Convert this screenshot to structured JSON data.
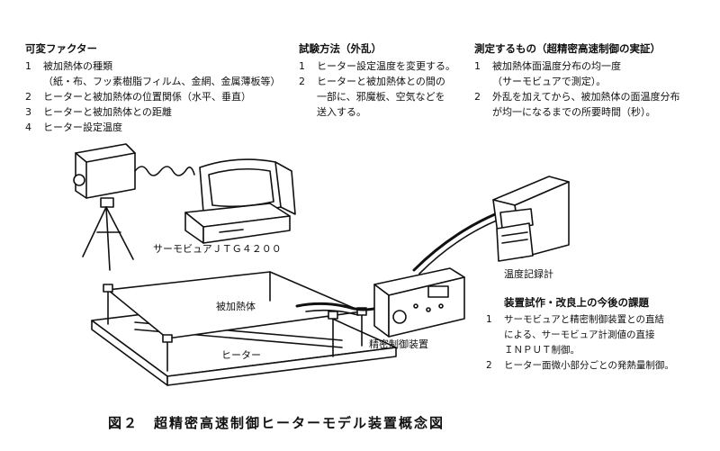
{
  "variable_factors": {
    "heading": "可変ファクター",
    "items": [
      {
        "num": "1",
        "text": "被加熱体の種類"
      },
      {
        "num": "",
        "text": "（紙・布、フッ素樹脂フィルム、金網、金属薄板等）"
      },
      {
        "num": "2",
        "text": "ヒーターと被加熱体の位置関係（水平、垂直）"
      },
      {
        "num": "3",
        "text": "ヒーターと被加熱体との距離"
      },
      {
        "num": "4",
        "text": "ヒーター設定温度"
      }
    ]
  },
  "test_method": {
    "heading": "試験方法（外乱）",
    "items": [
      {
        "num": "1",
        "text": "ヒーター設定温度を変更する。"
      },
      {
        "num": "2",
        "text": "ヒーターと被加熱体との間の"
      },
      {
        "num": "",
        "text": "一部に、邪魔板、空気などを"
      },
      {
        "num": "",
        "text": "送入する。"
      }
    ]
  },
  "measured": {
    "heading": "測定するもの（超精密高速制御の実証）",
    "items": [
      {
        "num": "1",
        "text": "被加熱体面温度分布の均一度"
      },
      {
        "num": "",
        "text": "（サーモビュアで測定）。"
      },
      {
        "num": "2",
        "text": "外乱を加えてから、被加熱体の面温度分布"
      },
      {
        "num": "",
        "text": "が均一になるまでの所要時間（秒）。"
      }
    ]
  },
  "improvements": {
    "heading": "装置試作・改良上の今後の課題",
    "items": [
      {
        "num": "1",
        "text": "サーモビュアと精密制御装置との直結"
      },
      {
        "num": "",
        "text": "による、サーモビュア計測値の直接"
      },
      {
        "num": "",
        "text": "ＩＮＰＵＴ制御。"
      },
      {
        "num": "2",
        "text": "ヒーター面微小部分ごとの発熱量制御。"
      }
    ]
  },
  "labels": {
    "thermoviewer": "サーモビュアＪＴＧ４２００",
    "heated_body": "被加熱体",
    "heater": "ヒーター",
    "controller": "精密制御装置",
    "recorder": "温度記録計"
  },
  "caption": "図２　超精密高速制御ヒーターモデル装置概念図"
}
